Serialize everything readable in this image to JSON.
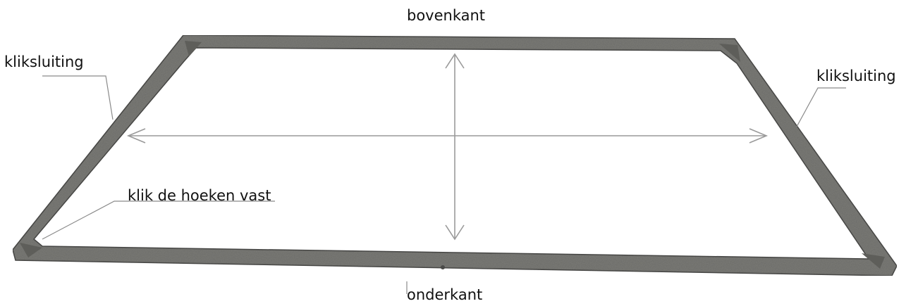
{
  "labels": {
    "top": "bovenkant",
    "bottom": "onderkant",
    "left_clip": "kliksluiting",
    "right_clip": "kliksluiting",
    "corner": "klik de hoeken vast"
  },
  "colors": {
    "frame": "#7a7a76",
    "frame_edge": "#4a4a48",
    "arrow": "#9a9a9a",
    "leader": "#8a8a8a",
    "text": "#111111"
  }
}
